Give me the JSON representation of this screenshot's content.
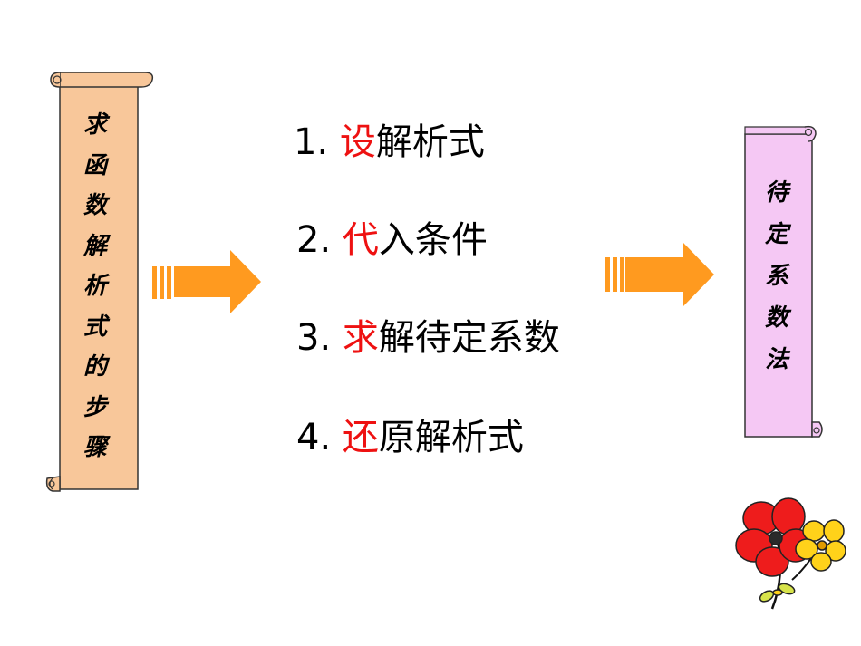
{
  "left_scroll": {
    "characters": [
      "求",
      "函",
      "数",
      "解",
      "析",
      "式",
      "的",
      "步",
      "骤"
    ]
  },
  "steps": [
    {
      "number": "1.",
      "lead": "设",
      "rest": "解析式"
    },
    {
      "number": "2.",
      "lead": "代",
      "rest": "入条件"
    },
    {
      "number": "3.",
      "lead": "求",
      "rest": "解待定系数"
    },
    {
      "number": "4.",
      "lead": "还",
      "rest": "原解析式"
    }
  ],
  "right_scroll": {
    "characters": [
      "待",
      "定",
      "系",
      "数",
      "法"
    ]
  },
  "colors": {
    "left_scroll_fill": "#f8c79a",
    "right_scroll_fill": "#f5c8f4",
    "arrow_fill": "#ff9a1f",
    "highlight_text": "#ee1111",
    "flower_red": "#ee1c1c",
    "flower_yellow": "#ffd21a"
  },
  "icons": [
    "scroll-banner-icon",
    "arrow-right-icon",
    "flower-icon"
  ]
}
